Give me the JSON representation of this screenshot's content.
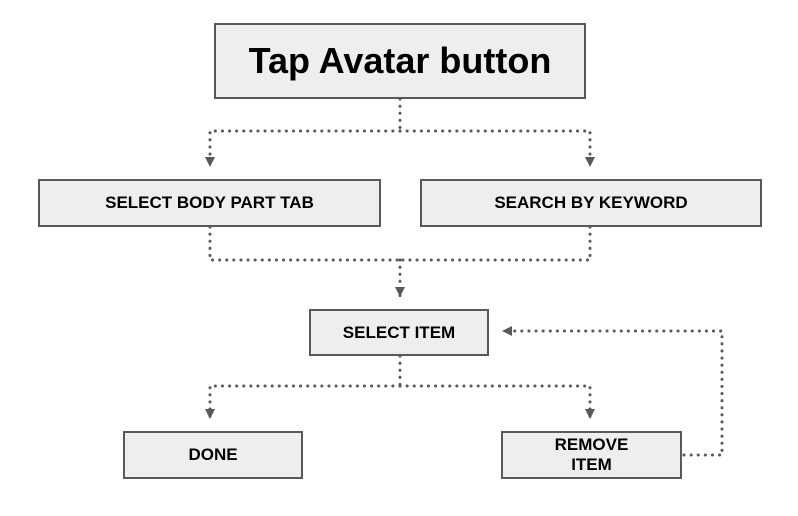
{
  "diagram": {
    "nodes": {
      "title": "Tap Avatar button",
      "body_part_tab": "SELECT BODY PART TAB",
      "search_keyword": "SEARCH BY KEYWORD",
      "select_item": "SELECT ITEM",
      "done": "DONE",
      "remove_item": "REMOVE\nITEM"
    },
    "edges": [
      {
        "from": "title",
        "to": "body_part_tab"
      },
      {
        "from": "title",
        "to": "search_keyword"
      },
      {
        "from": "body_part_tab",
        "to": "select_item"
      },
      {
        "from": "search_keyword",
        "to": "select_item"
      },
      {
        "from": "select_item",
        "to": "done"
      },
      {
        "from": "select_item",
        "to": "remove_item"
      },
      {
        "from": "remove_item",
        "to": "select_item"
      }
    ],
    "colors": {
      "node_fill": "#eeeeee",
      "node_border": "#595959",
      "connector": "#595959"
    }
  }
}
